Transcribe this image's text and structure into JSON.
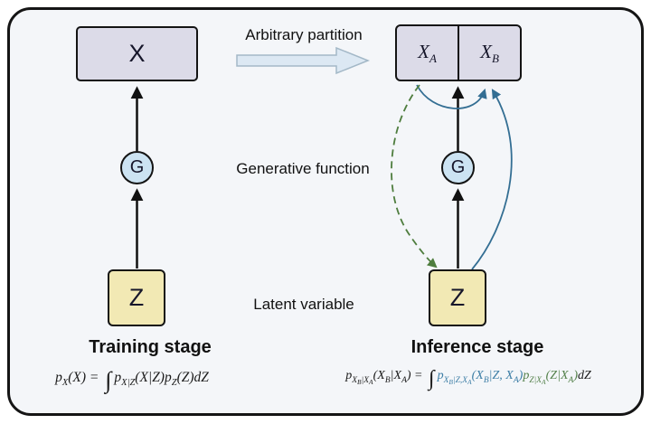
{
  "middle": {
    "partition_label": "Arbitrary partition",
    "generative_label": "Generative function",
    "latent_label": "Latent variable"
  },
  "training": {
    "x_label": "X",
    "g_label": "G",
    "z_label": "Z",
    "stage_label": "Training stage",
    "formula": [
      {
        "t": "p",
        "s": "base"
      },
      {
        "t": "X",
        "s": "sub"
      },
      {
        "t": "(X) = ",
        "s": "base"
      },
      {
        "t": "∫",
        "s": "int"
      },
      {
        "t": "p",
        "s": "base"
      },
      {
        "t": "X|Z",
        "s": "sub"
      },
      {
        "t": "(X|Z)",
        "s": "base"
      },
      {
        "t": "p",
        "s": "base"
      },
      {
        "t": "Z",
        "s": "sub"
      },
      {
        "t": "(Z)dZ",
        "s": "base"
      }
    ]
  },
  "inference": {
    "xa": {
      "base": "X",
      "sub": "A"
    },
    "xb": {
      "base": "X",
      "sub": "B"
    },
    "g_label": "G",
    "z_label": "Z",
    "stage_label": "Inference stage",
    "formula": [
      {
        "t": "p",
        "s": "base"
      },
      {
        "t": "X",
        "s": "sub"
      },
      {
        "t": "B",
        "s": "subsub"
      },
      {
        "t": "|X",
        "s": "sub"
      },
      {
        "t": "A",
        "s": "subsub"
      },
      {
        "t": "(X",
        "s": "base"
      },
      {
        "t": "B",
        "s": "sub"
      },
      {
        "t": "|X",
        "s": "base"
      },
      {
        "t": "A",
        "s": "sub"
      },
      {
        "t": ") = ",
        "s": "base"
      },
      {
        "t": "∫",
        "s": "int"
      },
      {
        "t": "p",
        "s": "base",
        "color": "#3d7ea6"
      },
      {
        "t": "X",
        "s": "sub",
        "color": "#3d7ea6"
      },
      {
        "t": "B",
        "s": "subsub",
        "color": "#3d7ea6"
      },
      {
        "t": "|Z,X",
        "s": "sub",
        "color": "#3d7ea6"
      },
      {
        "t": "A",
        "s": "subsub",
        "color": "#3d7ea6"
      },
      {
        "t": "(X",
        "s": "base",
        "color": "#3d7ea6"
      },
      {
        "t": "B",
        "s": "sub",
        "color": "#3d7ea6"
      },
      {
        "t": "|Z, X",
        "s": "base",
        "color": "#3d7ea6"
      },
      {
        "t": "A",
        "s": "sub",
        "color": "#3d7ea6"
      },
      {
        "t": ")",
        "s": "base",
        "color": "#3d7ea6"
      },
      {
        "t": "p",
        "s": "base",
        "color": "#53804a"
      },
      {
        "t": "Z|X",
        "s": "sub",
        "color": "#53804a"
      },
      {
        "t": "A",
        "s": "subsub",
        "color": "#53804a"
      },
      {
        "t": "(Z|X",
        "s": "base",
        "color": "#53804a"
      },
      {
        "t": "A",
        "s": "sub",
        "color": "#53804a"
      },
      {
        "t": ")",
        "s": "base",
        "color": "#53804a"
      },
      {
        "t": "dZ",
        "s": "base"
      }
    ],
    "arrows": [
      "z-to-g",
      "g-to-partition-junction",
      "xa-to-xb-blue-solid",
      "z-to-xb-blue-solid",
      "xa-to-z-green-dashed"
    ]
  },
  "colors": {
    "background": "#f4f6f9",
    "frame_border": "#151515",
    "data_box_fill": "#dcdbe8",
    "function_circle_fill": "#cce3f2",
    "latent_box_fill": "#f2e9b4",
    "flow_arrow_black": "#111111",
    "conditional_arrow_blue": "#336e93",
    "inference_arrow_green": "#4e7d3e",
    "partition_arrow_fill": "#dce8f3",
    "partition_arrow_stroke": "#a3b8c7",
    "formula_blue": "#3d7ea6",
    "formula_green": "#53804a"
  }
}
